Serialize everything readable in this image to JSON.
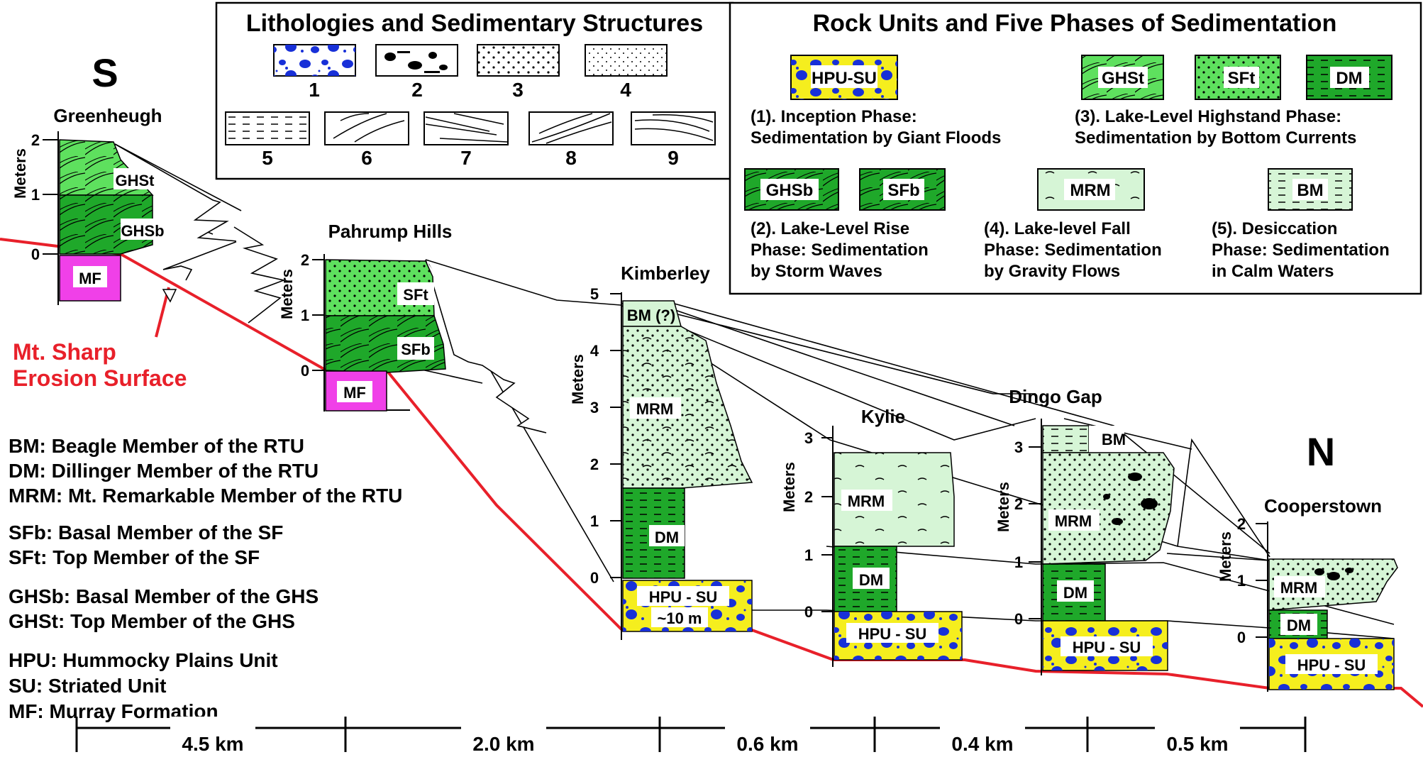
{
  "compass": {
    "south": "S",
    "north": "N"
  },
  "lith_box": {
    "title": "Lithologies and Sedimentary Structures",
    "numbers": [
      "1",
      "2",
      "3",
      "4",
      "5",
      "6",
      "7",
      "8",
      "9"
    ]
  },
  "units_box": {
    "title": "Rock Units and Five Phases of Sedimentation",
    "swatches": {
      "hpu_su": "HPU-SU",
      "ghst": "GHSt",
      "sft": "SFt",
      "dm": "DM",
      "ghsb": "GHSb",
      "sfb": "SFb",
      "mrm": "MRM",
      "bm": "BM"
    },
    "phases": {
      "p1": [
        "(1). Inception Phase:",
        "Sedimentation by Giant Floods"
      ],
      "p3": [
        "(3). Lake-Level Highstand Phase:",
        "Sedimentation by Bottom Currents"
      ],
      "p2": [
        "(2). Lake-Level Rise",
        "Phase: Sedimentation",
        "by Storm Waves"
      ],
      "p4": [
        "(4). Lake-level Fall",
        "Phase: Sedimentation",
        "by Gravity Flows"
      ],
      "p5": [
        "(5). Desiccation",
        "Phase: Sedimentation",
        "in Calm Waters"
      ]
    }
  },
  "sites": {
    "greenheugh": "Greenheugh",
    "pahrump": "Pahrump Hills",
    "kimberley": "Kimberley",
    "kylie": "Kylie",
    "dingo": "Dingo Gap",
    "cooperstown": "Cooperstown"
  },
  "axis": {
    "label": "Meters",
    "ticks_0_2": [
      "0",
      "1",
      "2"
    ],
    "ticks_0_3": [
      "0",
      "1",
      "2",
      "3"
    ],
    "ticks_0_5": [
      "0",
      "1",
      "2",
      "3",
      "4",
      "5"
    ]
  },
  "unit_labels": {
    "ghst": "GHSt",
    "ghsb": "GHSb",
    "mf": "MF",
    "sft": "SFt",
    "sfb": "SFb",
    "bm_q": "BM (?)",
    "mrm": "MRM",
    "dm": "DM",
    "hpu_su": "HPU - SU",
    "ten_m": "~10 m",
    "bm": "BM"
  },
  "erosion_surface": [
    "Mt. Sharp",
    "Erosion Surface"
  ],
  "legend": [
    "BM: Beagle Member of the RTU",
    "DM: Dillinger Member of the RTU",
    "MRM: Mt. Remarkable Member of the RTU",
    "SFb: Basal Member of the SF",
    "SFt: Top Member of the SF",
    "GHSb: Basal Member of the GHS",
    "GHSt: Top Member of the GHS",
    "HPU: Hummocky Plains Unit",
    "SU: Striated Unit",
    "MF: Murray Formation"
  ],
  "distances": [
    "4.5 km",
    "2.0 km",
    "0.6 km",
    "0.4 km",
    "0.5 km"
  ],
  "colors": {
    "light_green": "#5ee05e",
    "dark_green": "#1fa82a",
    "pale_green": "#d6f5d6",
    "magenta": "#f040e8",
    "yellow": "#f5ee1e",
    "blue_clast": "#1830d8",
    "red_line": "#e8202a"
  }
}
